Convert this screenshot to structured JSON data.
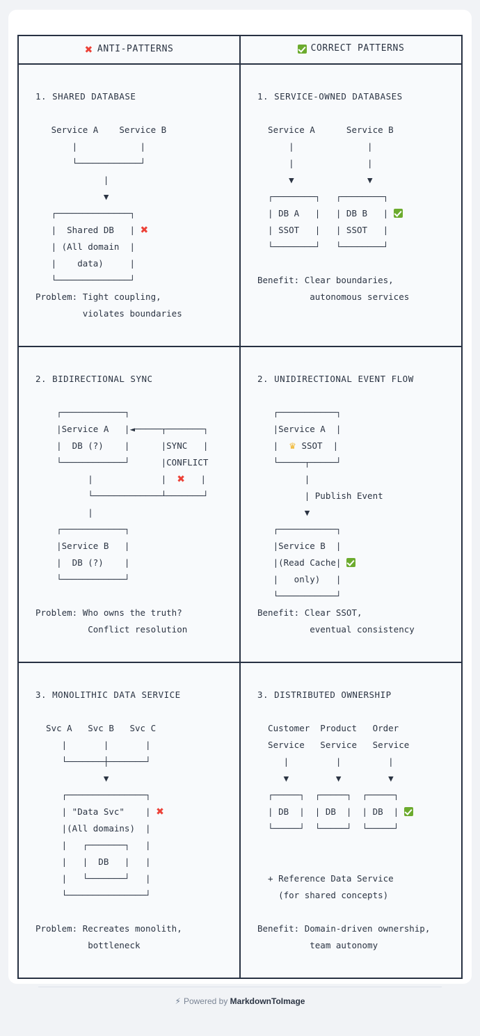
{
  "footer": {
    "bolt_icon": "⚡",
    "powered_by": "Powered by",
    "brand": "MarkdownToImage"
  },
  "colors": {
    "page_background": "#f1f3f6",
    "card_background": "#ffffff",
    "table_background": "#f8fafc",
    "border": "#273142",
    "text": "#2b3443",
    "error_red": "#ec4137",
    "success_green": "#6cab2e",
    "crown_gold": "#f0b429",
    "footer_text": "#7b8595"
  },
  "table": {
    "headers": [
      {
        "icon": "cross-mark-emoji",
        "icon_char": "❌",
        "label": "ANTI-PATTERNS"
      },
      {
        "icon": "check-mark-emoji",
        "icon_char": "✅",
        "label": "CORRECT PATTERNS"
      }
    ],
    "rows": [
      {
        "left": {
          "title": "1. SHARED DATABASE",
          "art_before": "   Service A    Service B\n       |            |\n       └────────────┘\n             |\n             ▼",
          "art_box_line": "   ┌──────────────┐",
          "box_rows": [
            {
              "text": "   |  Shared DB   |",
              "badge": "cross"
            },
            {
              "text": "   | (All domain  |",
              "badge": ""
            },
            {
              "text": "   |    data)     |",
              "badge": ""
            }
          ],
          "art_after": "   └──────────────┘",
          "note": "Problem: Tight coupling,\n         violates boundaries"
        },
        "right": {
          "title": "1. SERVICE-OWNED DATABASES",
          "art_before": "  Service A      Service B\n      |              |\n      |              |\n      ▼              ▼",
          "art_box_line": "  ┌────────┐   ┌────────┐",
          "box_rows": [
            {
              "text": "  | DB A   |   | DB B   |",
              "badge": "check"
            },
            {
              "text": "  | SSOT   |   | SSOT   |",
              "badge": ""
            }
          ],
          "art_after": "  └────────┘   └────────┘",
          "note": "Benefit: Clear boundaries,\n          autonomous services"
        }
      },
      {
        "left": {
          "title": "2. BIDIRECTIONAL SYNC",
          "lines": [
            {
              "text": "    ┌────────────┐",
              "badge": ""
            },
            {
              "text": "    |Service A   |◄─────┬───────┐",
              "badge": ""
            },
            {
              "text": "    |  DB (?)    |      |SYNC   |",
              "badge": ""
            },
            {
              "text": "    └────────────┘      |CONFLICT",
              "badge": ""
            },
            {
              "text": "          |             |  ",
              "badge": "cross-inline"
            },
            {
              "text": "          └─────────────┴───────┘",
              "badge": ""
            },
            {
              "text": "          |",
              "badge": ""
            },
            {
              "text": "    ┌────────────┐",
              "badge": ""
            },
            {
              "text": "    |Service B   |",
              "badge": ""
            },
            {
              "text": "    |  DB (?)    |",
              "badge": ""
            },
            {
              "text": "    └────────────┘",
              "badge": ""
            }
          ],
          "note": "Problem: Who owns the truth?\n          Conflict resolution"
        },
        "right": {
          "title": "2. UNIDIRECTIONAL EVENT FLOW",
          "lines": [
            {
              "text": "   ┌───────────┐",
              "badge": ""
            },
            {
              "text": "   |Service A  |",
              "badge": ""
            },
            {
              "text": "   |  👑 SSOT  |",
              "badge": "crown-inline"
            },
            {
              "text": "   └─────┬─────┘",
              "badge": ""
            },
            {
              "text": "         |",
              "badge": ""
            },
            {
              "text": "         | Publish Event",
              "badge": ""
            },
            {
              "text": "         ▼",
              "badge": ""
            },
            {
              "text": "   ┌───────────┐",
              "badge": ""
            },
            {
              "text": "   |Service B  |",
              "badge": ""
            },
            {
              "text": "   |(Read Cache|",
              "badge": "check"
            },
            {
              "text": "   |   only)   |",
              "badge": ""
            },
            {
              "text": "   └───────────┘",
              "badge": ""
            }
          ],
          "note": "Benefit: Clear SSOT,\n          eventual consistency"
        }
      },
      {
        "left": {
          "title": "3. MONOLITHIC DATA SERVICE",
          "lines": [
            {
              "text": "  Svc A   Svc B   Svc C",
              "badge": ""
            },
            {
              "text": "     |       |       |",
              "badge": ""
            },
            {
              "text": "     └───────┼───────┘",
              "badge": ""
            },
            {
              "text": "             ▼",
              "badge": ""
            },
            {
              "text": "     ┌───────────────┐",
              "badge": ""
            },
            {
              "text": "     | \"Data Svc\"    |",
              "badge": "cross"
            },
            {
              "text": "     |(All domains)  |",
              "badge": ""
            },
            {
              "text": "     |   ┌───────┐   |",
              "badge": ""
            },
            {
              "text": "     |   |  DB   |   |",
              "badge": ""
            },
            {
              "text": "     |   └───────┘   |",
              "badge": ""
            },
            {
              "text": "     └───────────────┘",
              "badge": ""
            }
          ],
          "note": "Problem: Recreates monolith,\n          bottleneck"
        },
        "right": {
          "title": "3. DISTRIBUTED OWNERSHIP",
          "lines": [
            {
              "text": "  Customer  Product   Order",
              "badge": ""
            },
            {
              "text": "  Service   Service   Service",
              "badge": ""
            },
            {
              "text": "     |         |         |",
              "badge": ""
            },
            {
              "text": "     ▼         ▼         ▼",
              "badge": ""
            },
            {
              "text": "  ┌─────┐  ┌─────┐  ┌─────┐",
              "badge": ""
            },
            {
              "text": "  | DB  |  | DB  |  | DB  |",
              "badge": "check"
            },
            {
              "text": "  └─────┘  └─────┘  └─────┘",
              "badge": ""
            },
            {
              "text": "",
              "badge": ""
            },
            {
              "text": "",
              "badge": ""
            },
            {
              "text": "  + Reference Data Service",
              "badge": ""
            },
            {
              "text": "    (for shared concepts)",
              "badge": ""
            }
          ],
          "note": "Benefit: Domain-driven ownership,\n          team autonomy"
        }
      }
    ]
  }
}
